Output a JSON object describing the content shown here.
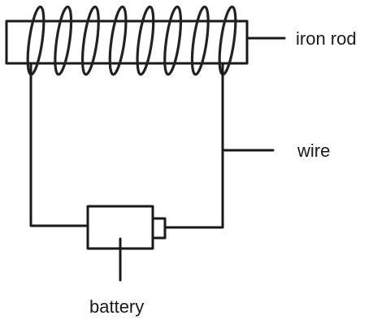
{
  "diagram": {
    "labels": {
      "iron_rod": "iron rod",
      "wire": "wire",
      "battery": "battery"
    },
    "coil_turns": 8,
    "colors": {
      "ink": "#1a1a1a",
      "background": "#ffffff"
    }
  }
}
